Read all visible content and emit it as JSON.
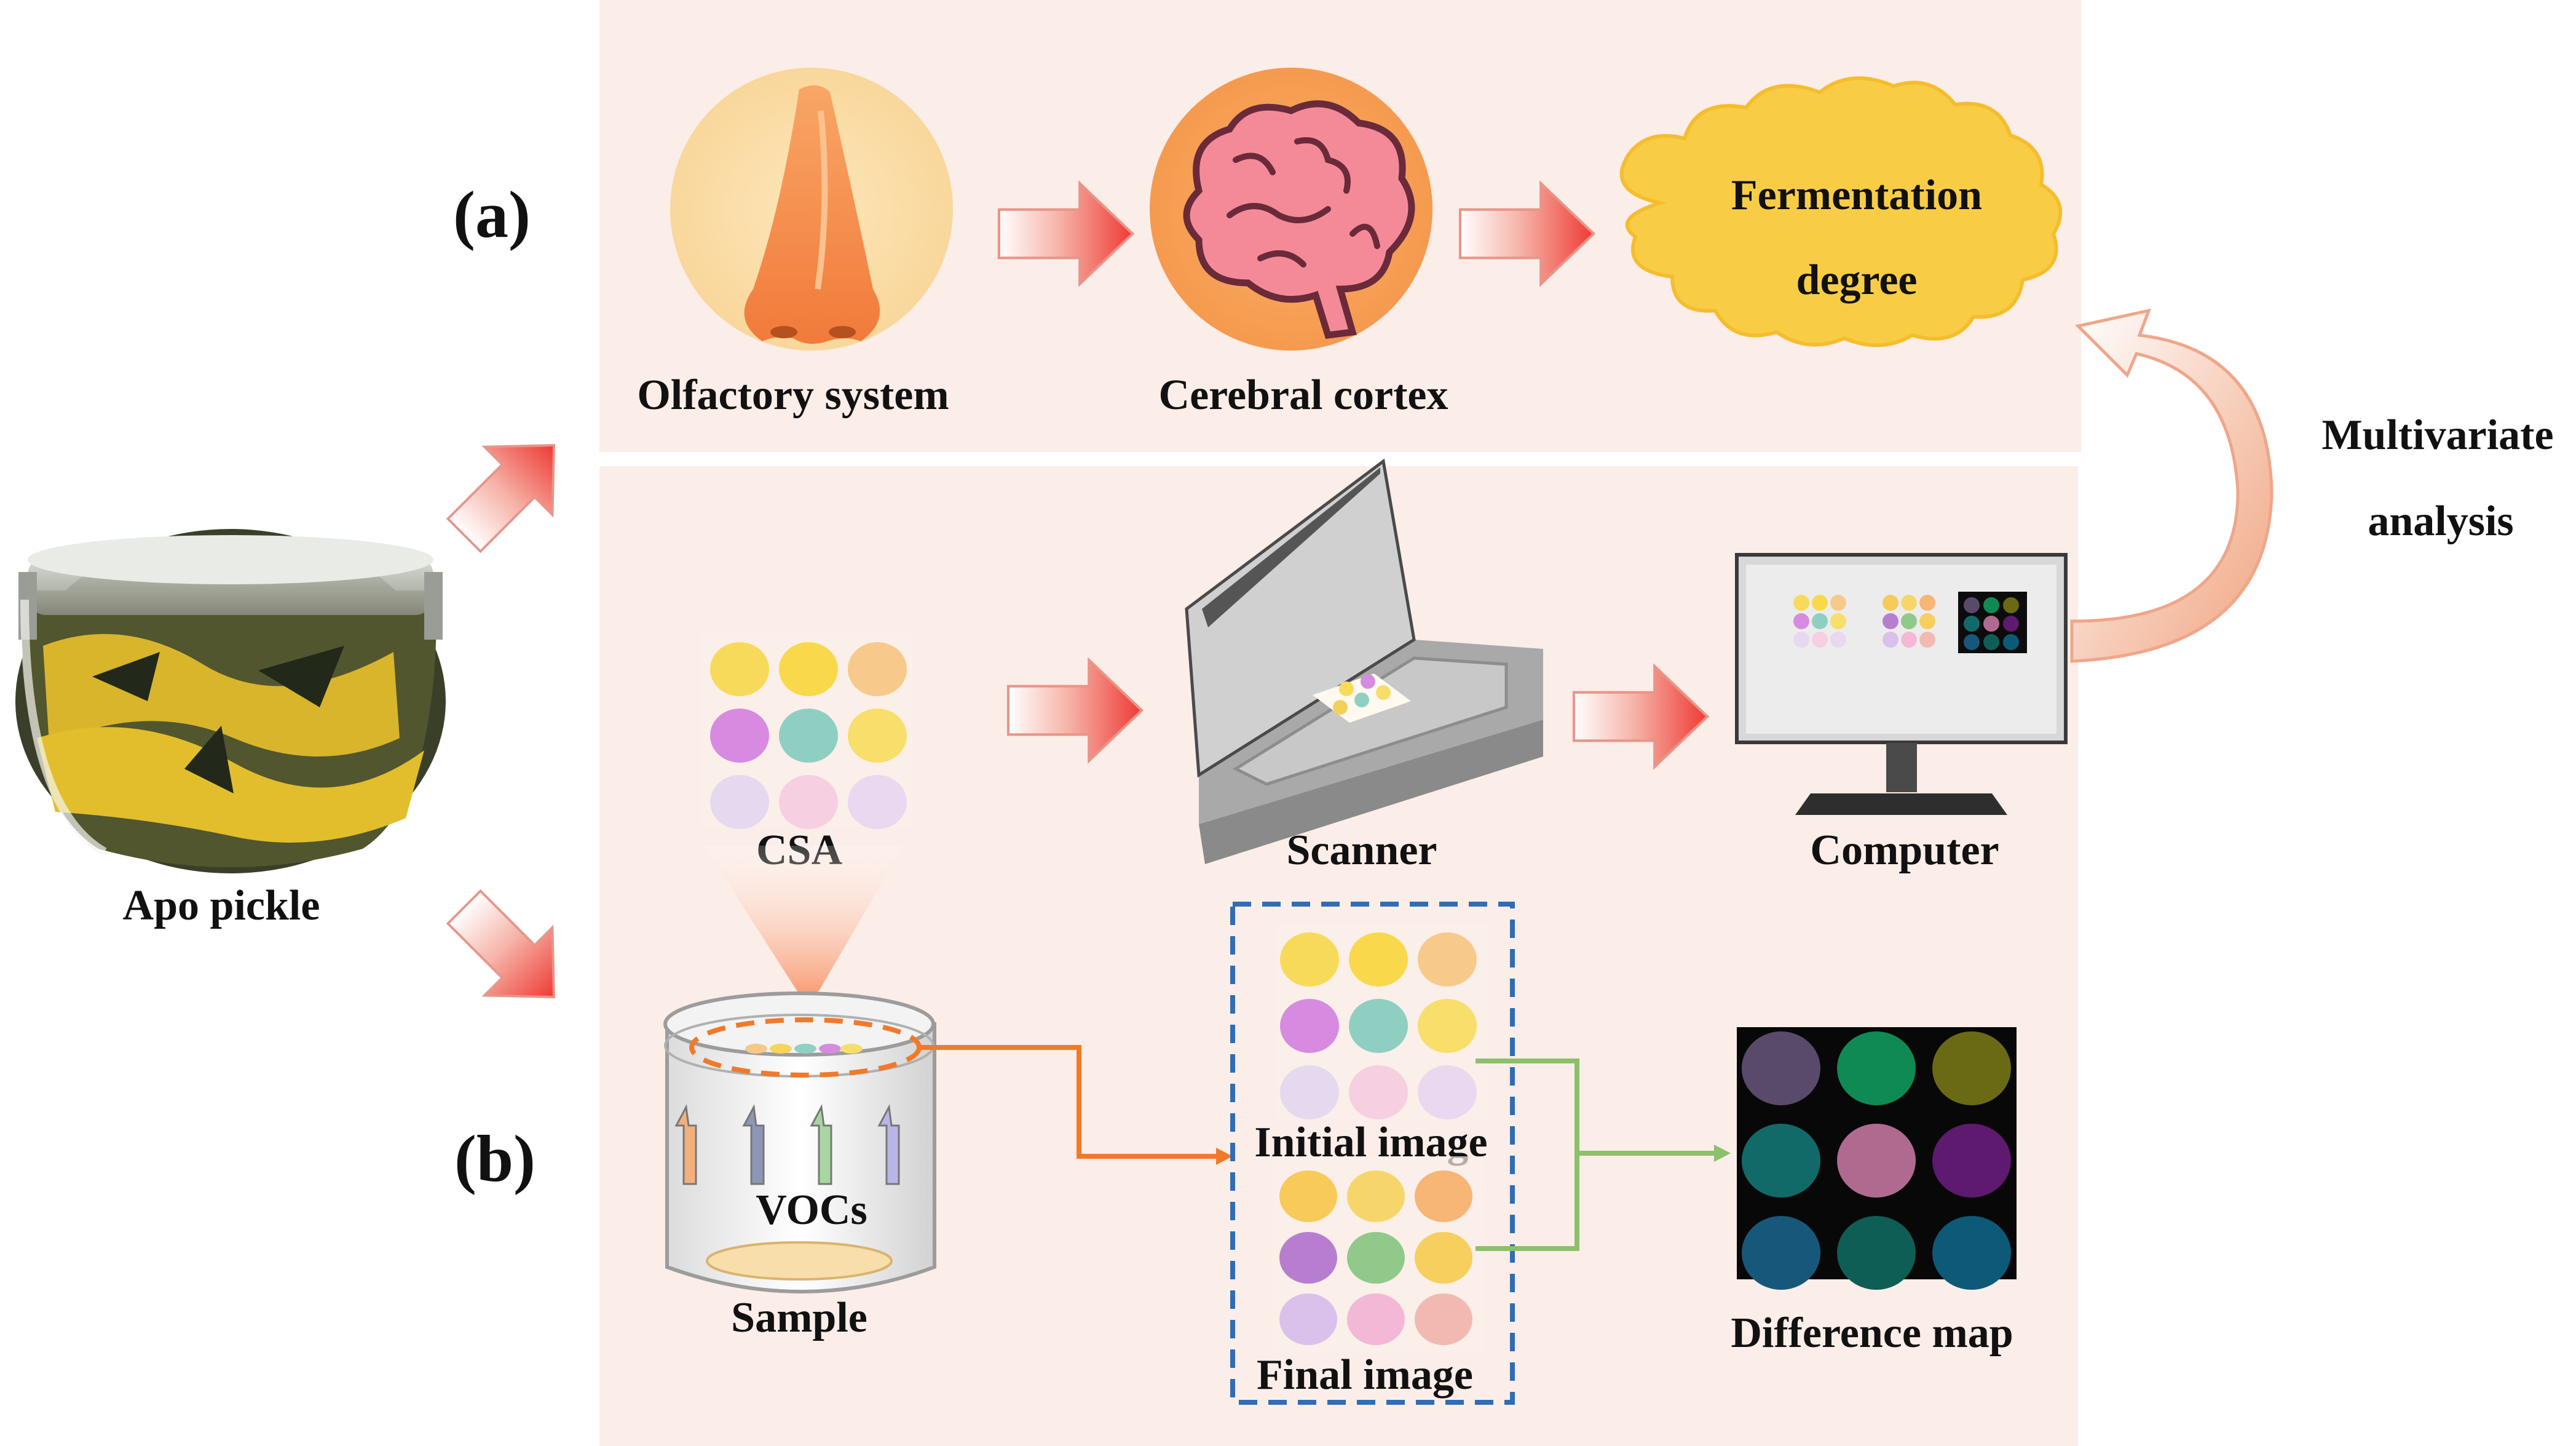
{
  "panel_labels": {
    "a": "(a)",
    "b": "(b)"
  },
  "sample_jar": {
    "label": "Apo pickle"
  },
  "panel_a": {
    "olfactory": "Olfactory system",
    "cortex": "Cerebral cortex",
    "cloud_line1": "Fermentation",
    "cloud_line2": "degree"
  },
  "panel_b": {
    "csa": "CSA",
    "scanner": "Scanner",
    "computer": "Computer",
    "vocs": "VOCs",
    "sample": "Sample",
    "initial_image": "Initial image",
    "final_image": "Final image",
    "difference_map": "Difference map"
  },
  "multivariate": {
    "line1": "Multivariate",
    "line2": "analysis"
  },
  "colors": {
    "panel_bg": "#fbede8",
    "arrow_red": "#ef3b36",
    "orange_line": "#f07a2a",
    "green_line": "#8cc06a",
    "dash_box": "#2f6db5",
    "cloud": "#f8cd45"
  },
  "csa_spots": [
    "#f8da5a",
    "#f9d94b",
    "#f7c98a",
    "#d68be0",
    "#8fcfc2",
    "#f8de6a",
    "#e5d9ef",
    "#f6cfe0",
    "#ead7f0"
  ],
  "final_spots": [
    "#f7ca5a",
    "#f6d66a",
    "#f7b576",
    "#b77ed0",
    "#90c98a",
    "#f6cf5e",
    "#d9c1ec",
    "#f3b8d6",
    "#f2b9b3"
  ],
  "difference_spots": [
    "#5a4a6a",
    "#0f8a55",
    "#6b6a14",
    "#126a68",
    "#b06a90",
    "#5e1a6e",
    "#17587a",
    "#0f5e56",
    "#0d5a78"
  ]
}
